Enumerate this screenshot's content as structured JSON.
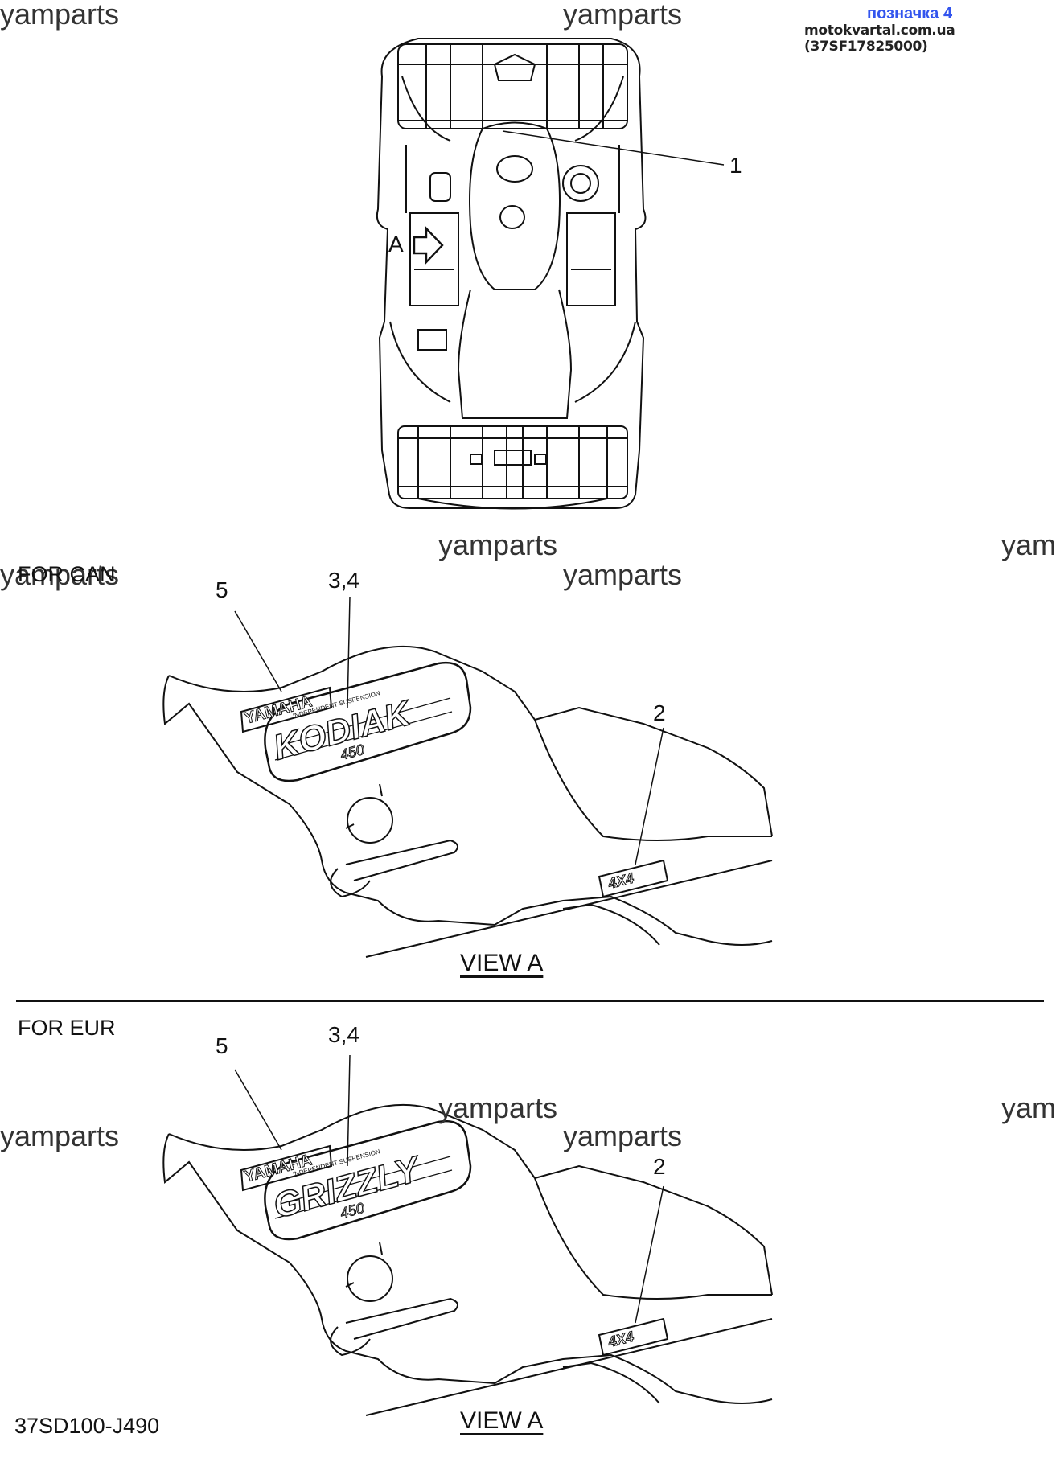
{
  "header": {
    "badge": "позначка 4",
    "source": "motokvartal.com.ua (37SF17825000)"
  },
  "watermark": "yamparts",
  "watermark_cut": "yam",
  "top_view": {
    "callout_1": "1",
    "view_marker": "A"
  },
  "section_can": {
    "heading": "FOR CAN",
    "callout_5": "5",
    "callout_34": "3,4",
    "callout_2": "2",
    "view_label": "VIEW A",
    "decal_brand": "YAMAHA",
    "decal_model": "KODIAK",
    "decal_cc": "450",
    "decal_subtitle": "INDEPENDENT SUSPENSION",
    "decal_4x4": "4X4"
  },
  "section_eur": {
    "heading": "FOR EUR",
    "callout_5": "5",
    "callout_34": "3,4",
    "callout_2": "2",
    "view_label": "VIEW A",
    "decal_brand": "YAMAHA",
    "decal_model": "GRIZZLY",
    "decal_cc": "450",
    "decal_subtitle": "INDEPENDENT SUSPENSION",
    "decal_4x4": "4X4"
  },
  "footer": {
    "part_code": "37SD100-J490"
  }
}
